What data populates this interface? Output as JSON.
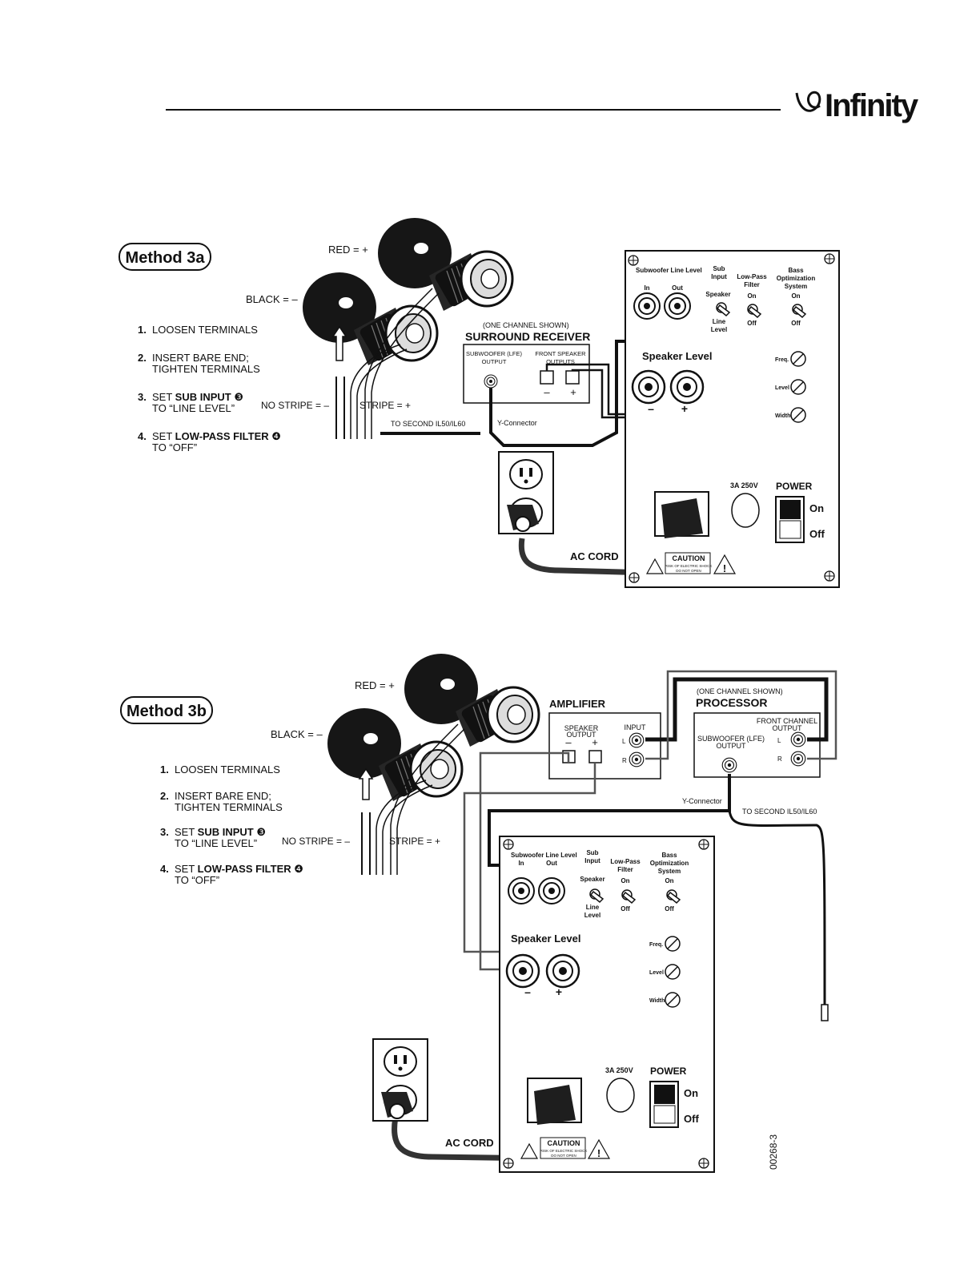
{
  "brand": {
    "logo_text": "Infinity"
  },
  "doc_code": "00268-3",
  "method_a": {
    "title": "Method 3a",
    "terminal_labels": {
      "red": "RED = +",
      "black": "BLACK = –",
      "no_stripe": "NO STRIPE = –",
      "stripe": "STRIPE = +"
    },
    "steps": [
      {
        "num": "1.",
        "line1_pre": "LOOSEN TERMINALS",
        "line1_bold": "",
        "line1_post": "",
        "line2": ""
      },
      {
        "num": "2.",
        "line1_pre": "INSERT BARE END;",
        "line1_bold": "",
        "line1_post": "",
        "line2": "TIGHTEN  TERMINALS"
      },
      {
        "num": "3.",
        "line1_pre": "SET ",
        "line1_bold": "SUB INPUT",
        "line1_post": " ❸",
        "line2": "TO “LINE LEVEL”"
      },
      {
        "num": "4.",
        "line1_pre": "SET ",
        "line1_bold": "LOW-PASS FILTER",
        "line1_post": " ❹",
        "line2": "TO “OFF”"
      }
    ],
    "receiver": {
      "note": "(ONE CHANNEL SHOWN)",
      "title": "SURROUND RECEIVER",
      "sub_out_line1": "SUBWOOFER (LFE)",
      "sub_out_line2": "OUTPUT",
      "front_out_line1": "FRONT SPEAKER",
      "front_out_line2": "OUTPUTS",
      "minus": "–",
      "plus": "+"
    },
    "to_second": "TO SECOND IL50/IL60",
    "y_connector": "Y-Connector",
    "ac_cord": "AC CORD"
  },
  "method_b": {
    "title": "Method 3b",
    "terminal_labels": {
      "red": "RED = +",
      "black": "BLACK = –",
      "no_stripe": "NO STRIPE = –",
      "stripe": "STRIPE = +"
    },
    "steps": [
      {
        "num": "1.",
        "line1_pre": "LOOSEN TERMINALS",
        "line1_bold": "",
        "line1_post": "",
        "line2": ""
      },
      {
        "num": "2.",
        "line1_pre": "INSERT BARE END;",
        "line1_bold": "",
        "line1_post": "",
        "line2": "TIGHTEN TERMINALS"
      },
      {
        "num": "3.",
        "line1_pre": "SET ",
        "line1_bold": "SUB INPUT",
        "line1_post": " ❸",
        "line2": "TO “LINE LEVEL”"
      },
      {
        "num": "4.",
        "line1_pre": "SET ",
        "line1_bold": "LOW-PASS FILTER",
        "line1_post": " ❹",
        "line2": "TO “OFF”"
      }
    ],
    "amplifier": {
      "title": "AMPLIFIER",
      "speaker_out_line1": "SPEAKER",
      "speaker_out_line2": "OUTPUT",
      "input": "INPUT",
      "l": "L",
      "r": "R",
      "minus": "–",
      "plus": "+"
    },
    "processor": {
      "note": "(ONE CHANNEL SHOWN)",
      "title": "PROCESSOR",
      "front_line1": "FRONT CHANNEL",
      "front_line2": "OUTPUT",
      "sub_line1": "SUBWOOFER (LFE)",
      "sub_line2": "OUTPUT",
      "l": "L",
      "r": "R"
    },
    "to_second": "TO SECOND IL50/IL60",
    "y_connector": "Y-Connector",
    "ac_cord": "AC CORD"
  },
  "panel": {
    "sub_line_level": "Subwoofer Line Level",
    "in": "In",
    "out": "Out",
    "sub_input_1": "Sub",
    "sub_input_2": "Input",
    "speaker": "Speaker",
    "line_1": "Line",
    "line_2": "Level",
    "lpf_1": "Low-Pass",
    "lpf_2": "Filter",
    "on": "On",
    "off": "Off",
    "bass_1": "Bass",
    "bass_2": "Optimization",
    "bass_3": "System",
    "speaker_level": "Speaker Level",
    "minus": "–",
    "plus": "+",
    "freq": "Freq.",
    "level": "Level",
    "width": "Width",
    "fuse": "3A 250V",
    "power": "POWER",
    "power_on": "On",
    "power_off": "Off",
    "caution_1": "CAUTION",
    "caution_2": "RISK OF ELECTRIC SHOCK",
    "caution_3": "DO NOT OPEN"
  }
}
